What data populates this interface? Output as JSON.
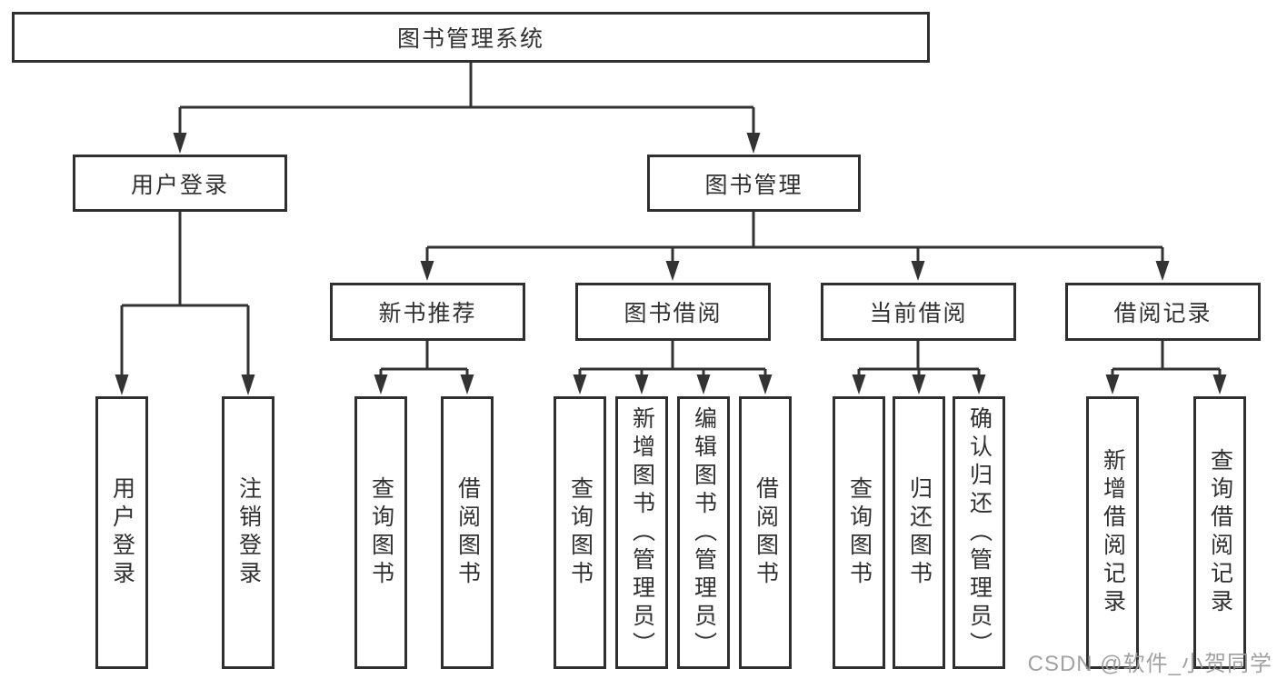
{
  "tree": {
    "label": "图书管理系统",
    "children": [
      {
        "label": "用户登录",
        "children": [
          {
            "label": "用户登录"
          },
          {
            "label": "注销登录"
          }
        ]
      },
      {
        "label": "图书管理",
        "children": [
          {
            "label": "新书推荐",
            "children": [
              {
                "label": "查询图书"
              },
              {
                "label": "借阅图书"
              }
            ]
          },
          {
            "label": "图书借阅",
            "children": [
              {
                "label": "查询图书"
              },
              {
                "label": "新增图书（管理员）"
              },
              {
                "label": "编辑图书（管理员）"
              },
              {
                "label": "借阅图书"
              }
            ]
          },
          {
            "label": "当前借阅",
            "children": [
              {
                "label": "查询图书"
              },
              {
                "label": "归还图书"
              },
              {
                "label": "确认归还（管理员）"
              }
            ]
          },
          {
            "label": "借阅记录",
            "children": [
              {
                "label": "新增借阅记录"
              },
              {
                "label": "查询借阅记录"
              }
            ]
          }
        ]
      }
    ]
  },
  "watermark": {
    "text": "CSDN @软件_小贺同学"
  },
  "colors": {
    "background": "#ffffff",
    "line": "#333333",
    "box_border": "#2f2f2f",
    "box_fill": "#ffffff",
    "text": "#303030",
    "watermark": "#9a9a9a"
  }
}
